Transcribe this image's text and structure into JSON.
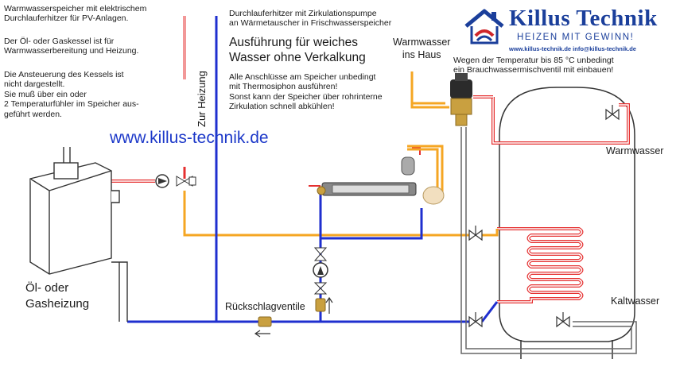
{
  "notes": {
    "top_left": "Warmwasserspeicher mit elektrischem\nDurchlauferhitzer für PV-Anlagen.",
    "kessel": "Der Öl- oder Gaskessel ist für\nWarmwasserbereitung und Heizung.",
    "ansteuerung": "Die Ansteuerung des Kessels ist\nnicht dargestellt.\nSie muß über ein oder\n2 Temperaturfühler im Speicher aus-\ngeführt werden.",
    "durchlauf": "Durchlauferhitzer mit Zirkulationspumpe\nan Wärmetauscher in Frischwasserspeicher",
    "ausfuehrung": "Ausführung für weiches\nWasser ohne Verkalkung",
    "anschluesse": "Alle Anschlüsse am Speicher unbedingt\nmit Thermosiphon ausführen!\nSonst kann der Speicher über rohrinterne\nZirkulation schnell abkühlen!",
    "temperatur": "Wegen der Temperatur bis 85 °C unbedingt\nein Brauchwassermischventil mit einbauen!"
  },
  "labels": {
    "url": "www.killus-technik.de",
    "zur_heizung": "Zur Heizung",
    "warmwasser_haus": "Warmwasser\nins Haus",
    "warmwasser": "Warmwasser",
    "kaltwasser": "Kaltwasser",
    "heizung": "Öl- oder\nGasheizung",
    "rueckschlag": "Rückschlagventile"
  },
  "logo": {
    "title": "Killus Technik",
    "subtitle": "HEIZEN MIT GEWINN!",
    "contact": "www.killus-technik.de   info@killus-technik.de"
  },
  "colors": {
    "hot_water": "#e53030",
    "cold_water": "#1f2fcf",
    "heating_flow": "#f5a623",
    "brand_blue": "#1b3f9b",
    "brand_red": "#d0262a",
    "outline": "#333333"
  }
}
